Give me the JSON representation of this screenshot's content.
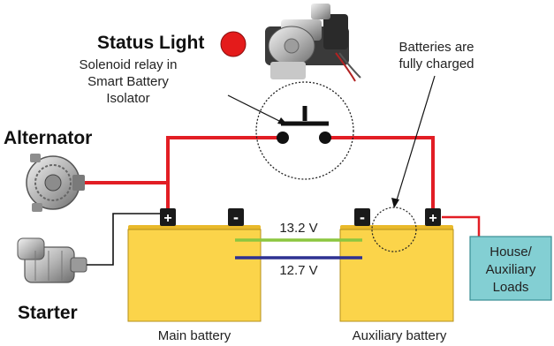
{
  "labels": {
    "status_light": "Status Light",
    "solenoid_line1": "Solenoid relay in",
    "solenoid_line2": "Smart Battery",
    "solenoid_line3": "Isolator",
    "batteries_line1": "Batteries are",
    "batteries_line2": "fully charged",
    "alternator": "Alternator",
    "starter": "Starter",
    "main_battery": "Main battery",
    "auxiliary_battery": "Auxiliary battery",
    "house_line1": "House/",
    "house_line2": "Auxiliary",
    "house_line3": "Loads"
  },
  "voltages": {
    "upper": "13.2 V",
    "lower": "12.7 V"
  },
  "terminals": {
    "positive": "+",
    "negative": "-"
  },
  "colors": {
    "battery_fill": "#fbd44a",
    "battery_top": "#e9b92a",
    "terminal": "#1a1a1a",
    "status_light": "#e41b1b",
    "red_wire": "#e21d24",
    "green_line": "#8cc63f",
    "navy_line": "#2e3192",
    "house_box": "#83cfd3"
  },
  "icons": {
    "alternator": "alternator-icon",
    "starter": "starter-motor-icon",
    "relay_photo": "solenoid-relay-icon",
    "switch": "relay-switch-icon"
  }
}
